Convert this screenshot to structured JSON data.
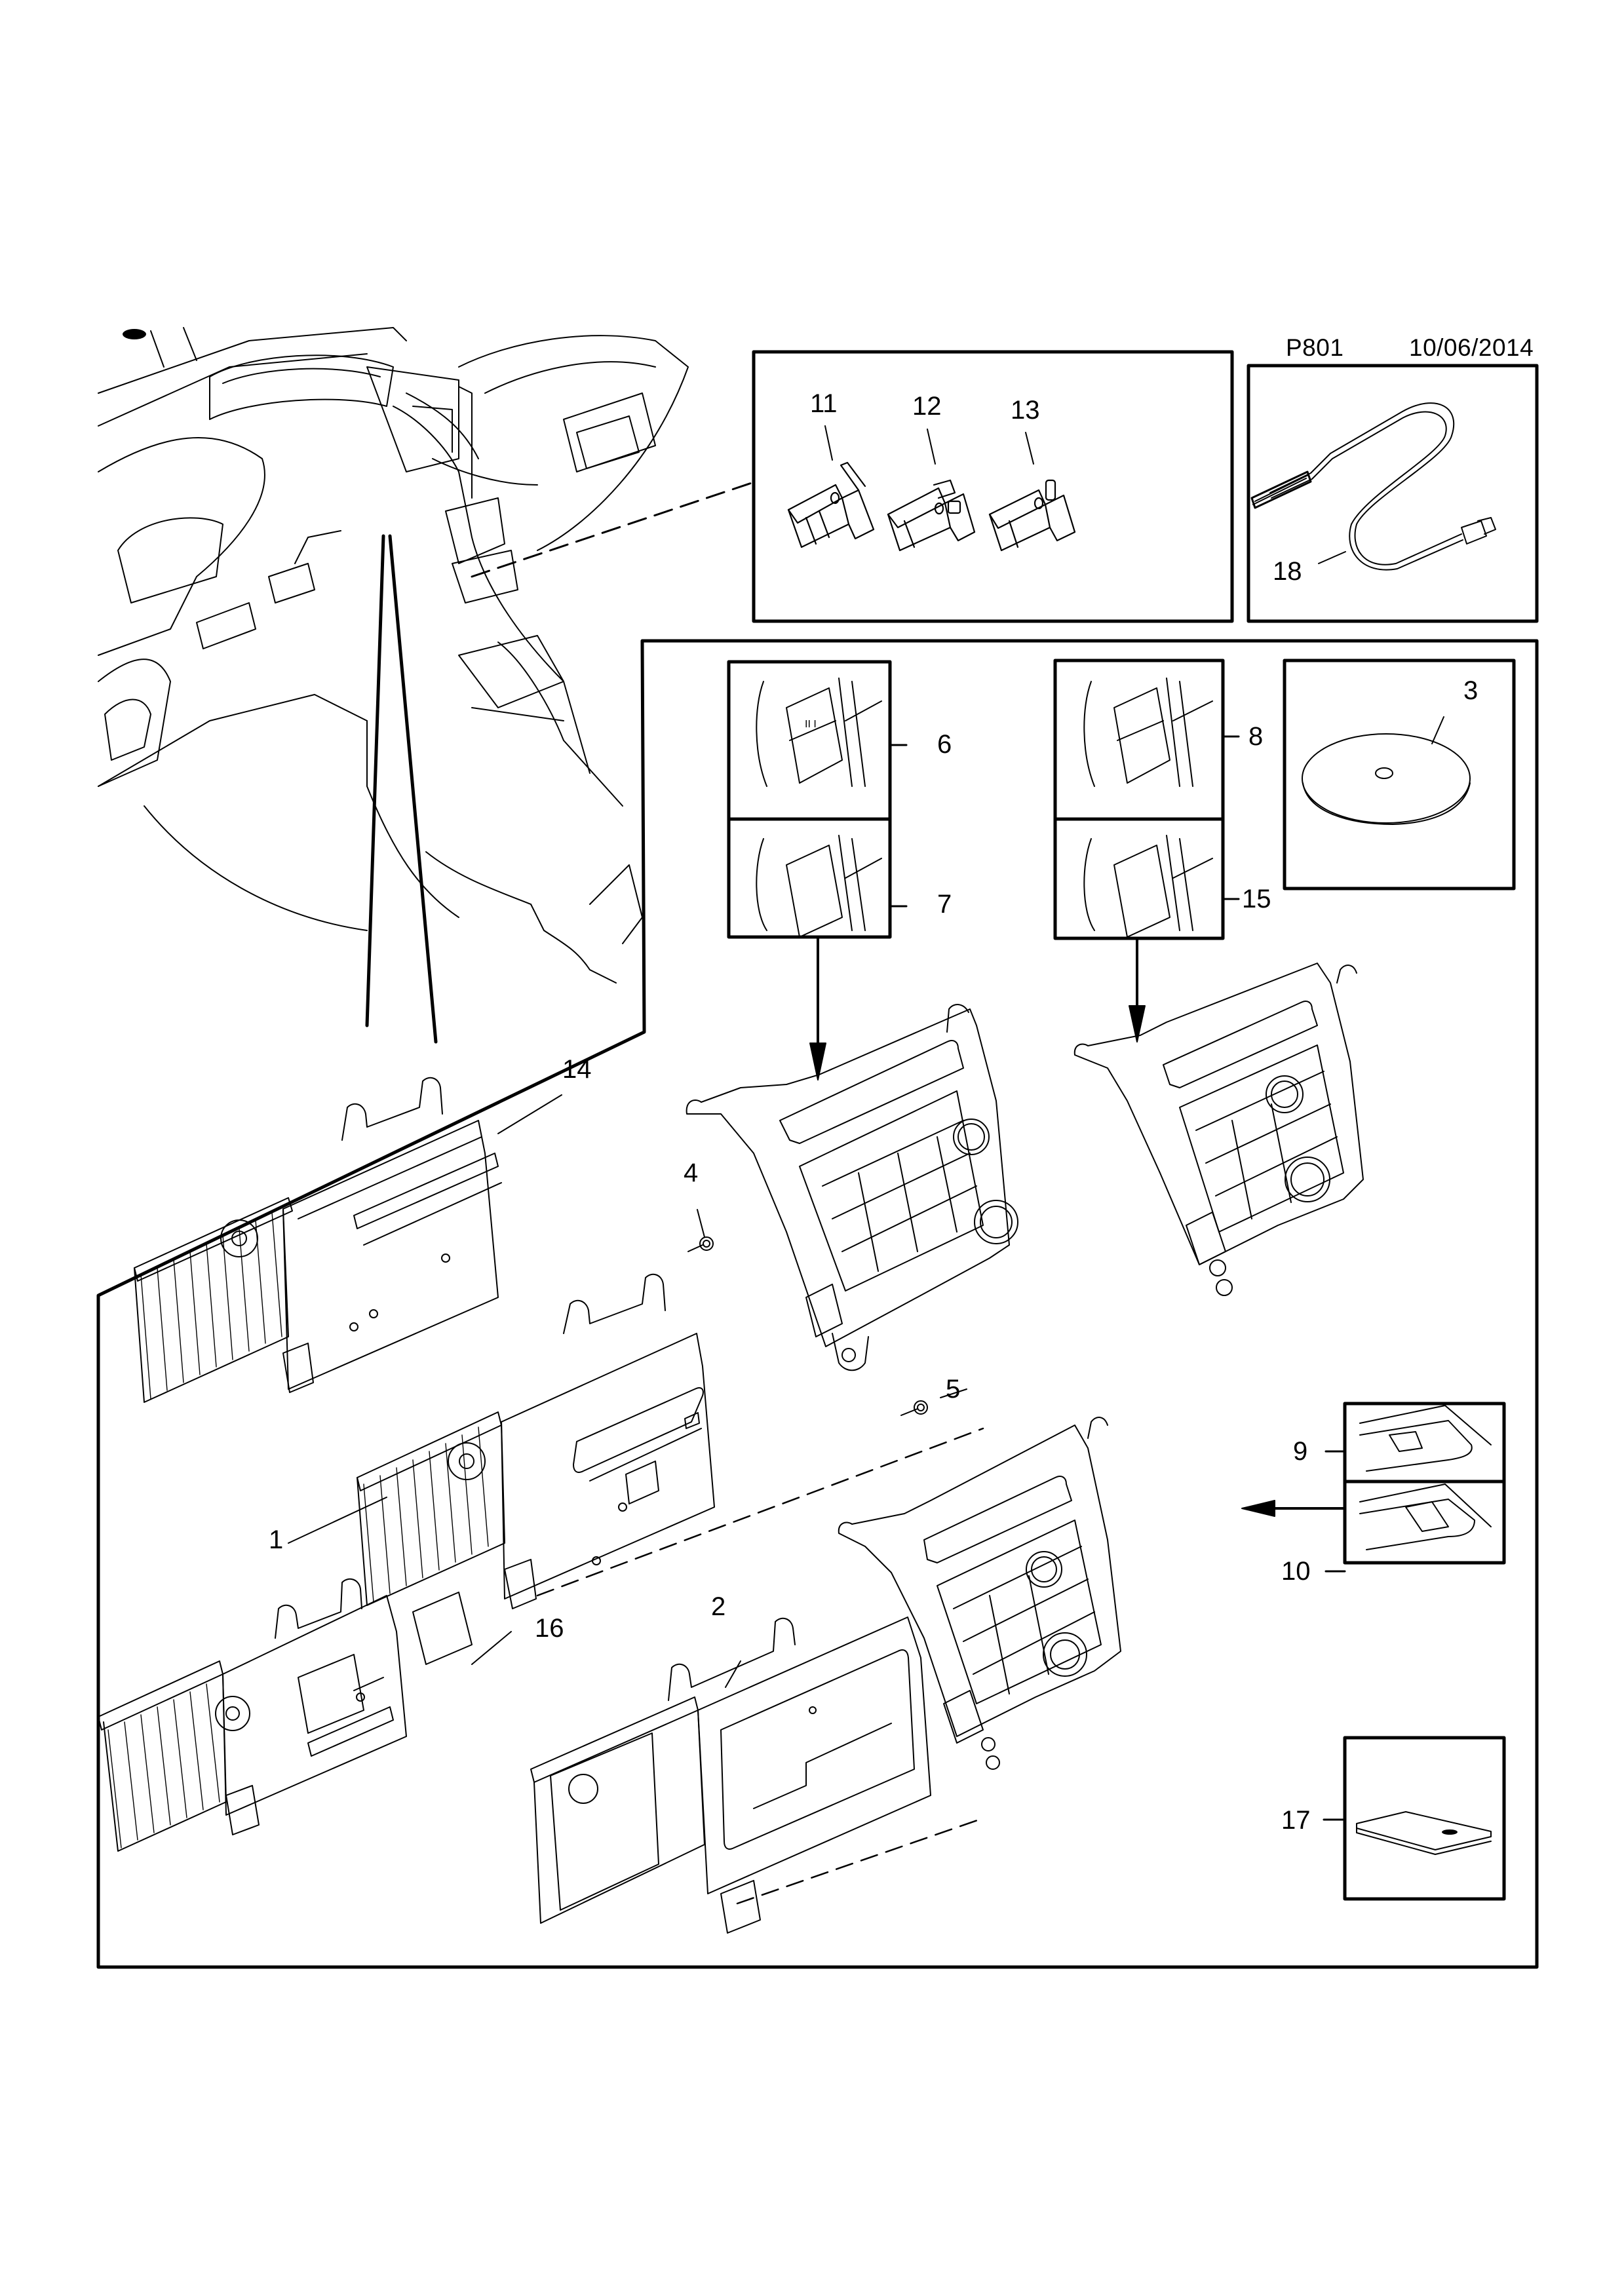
{
  "header": {
    "page_code": "P801",
    "date": "10/06/2014"
  },
  "callouts": {
    "c1": "1",
    "c2": "2",
    "c3": "3",
    "c4": "4",
    "c5": "5",
    "c6": "6",
    "c7": "7",
    "c8": "8",
    "c9": "9",
    "c10": "10",
    "c11": "11",
    "c12": "12",
    "c13": "13",
    "c14": "14",
    "c15": "15",
    "c16": "16",
    "c17": "17",
    "c18": "18"
  },
  "colors": {
    "line": "#000000",
    "background": "#ffffff"
  }
}
